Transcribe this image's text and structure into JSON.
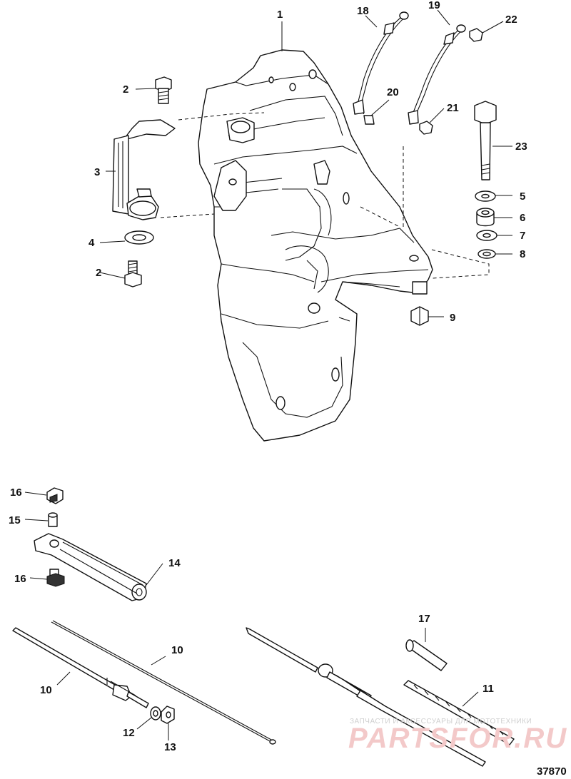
{
  "diagram": {
    "reference_number": "37870",
    "watermark": {
      "caption": "ЗАПЧАСТИ И АКСЕССУАРЫ ДЛЯ МОТОТЕХНИКИ",
      "brand": "PARTSFOR.RU"
    },
    "callouts": [
      {
        "id": "1",
        "label": "1"
      },
      {
        "id": "2a",
        "label": "2"
      },
      {
        "id": "2b",
        "label": "2"
      },
      {
        "id": "3",
        "label": "3"
      },
      {
        "id": "4",
        "label": "4"
      },
      {
        "id": "5",
        "label": "5"
      },
      {
        "id": "6",
        "label": "6"
      },
      {
        "id": "7",
        "label": "7"
      },
      {
        "id": "8",
        "label": "8"
      },
      {
        "id": "9",
        "label": "9"
      },
      {
        "id": "10a",
        "label": "10"
      },
      {
        "id": "10b",
        "label": "10"
      },
      {
        "id": "11",
        "label": "11"
      },
      {
        "id": "12",
        "label": "12"
      },
      {
        "id": "13",
        "label": "13"
      },
      {
        "id": "14",
        "label": "14"
      },
      {
        "id": "15",
        "label": "15"
      },
      {
        "id": "16a",
        "label": "16"
      },
      {
        "id": "16b",
        "label": "16"
      },
      {
        "id": "17",
        "label": "17"
      },
      {
        "id": "18",
        "label": "18"
      },
      {
        "id": "19",
        "label": "19"
      },
      {
        "id": "20",
        "label": "20"
      },
      {
        "id": "21",
        "label": "21"
      },
      {
        "id": "22",
        "label": "22"
      },
      {
        "id": "23",
        "label": "23"
      }
    ]
  }
}
